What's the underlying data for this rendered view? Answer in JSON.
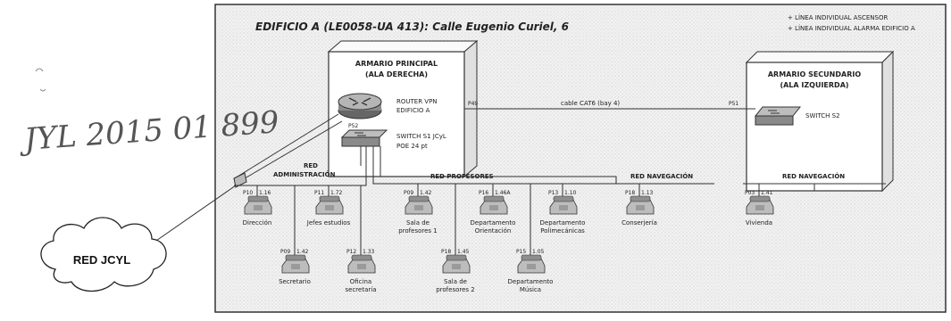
{
  "diagram": {
    "title": "EDIFICIO A (LE0058-UA 413): Calle Eugenio Curiel, 6",
    "legend": [
      "+ LÍNEA INDIVIDUAL ASCENSOR",
      "+ LÍNEA INDIVIDUAL ALARMA EDIFICIO A"
    ],
    "handwriting": "JYL 2015 01 899",
    "cloud_label": "RED JCYL",
    "main_cabinet": [
      "ARMARIO PRINCIPAL",
      "(ALA DERECHA)"
    ],
    "secondary_cabinet": [
      "ARMARIO SECUNDARIO",
      "(ALA IZQUIERDA)"
    ],
    "router_label": [
      "ROUTER VPN",
      "EDIFICIO A"
    ],
    "switch1_label": [
      "SWITCH S1 JCyL",
      "POE 24 pt"
    ],
    "switch2_label": "SWITCH S2",
    "cable_label": "cable CAT6 (bay 4)",
    "port_main": "P49",
    "port_sec": "P51",
    "port_router": "P52",
    "networks": {
      "admin": [
        "RED",
        "ADMINISTRACIÓN"
      ],
      "profesores": "RED PROFESORES",
      "nav1": "RED NAVEGACIÓN",
      "nav2": "RED NAVEGACIÓN"
    },
    "phones": [
      {
        "port": "P10",
        "ip": "1.16",
        "label": [
          "Dirección"
        ]
      },
      {
        "port": "P11",
        "ip": "1.72",
        "label": [
          "Jefes estudios"
        ]
      },
      {
        "port": "P09",
        "ip": "1.42",
        "label": [
          "Secretario"
        ]
      },
      {
        "port": "P12",
        "ip": "1.33",
        "label": [
          "Oficina",
          "secretaría"
        ]
      },
      {
        "port": "P09",
        "ip": "1.42",
        "label": [
          "Sala de",
          "profesores 1"
        ]
      },
      {
        "port": "P16",
        "ip": "1.46A",
        "label": [
          "Departamento",
          "Orientación"
        ]
      },
      {
        "port": "P13",
        "ip": "1.10",
        "label": [
          "Departamento",
          "Polimecánicas"
        ]
      },
      {
        "port": "P18",
        "ip": "1.45",
        "label": [
          "Sala de",
          "profesores 2"
        ]
      },
      {
        "port": "P15",
        "ip": "1.05",
        "label": [
          "Departamento",
          "Música"
        ]
      },
      {
        "port": "P18",
        "ip": "1.13",
        "label": [
          "Conserjería"
        ]
      },
      {
        "port": "P03",
        "ip": "1.41",
        "label": [
          "Vivienda"
        ]
      }
    ]
  }
}
